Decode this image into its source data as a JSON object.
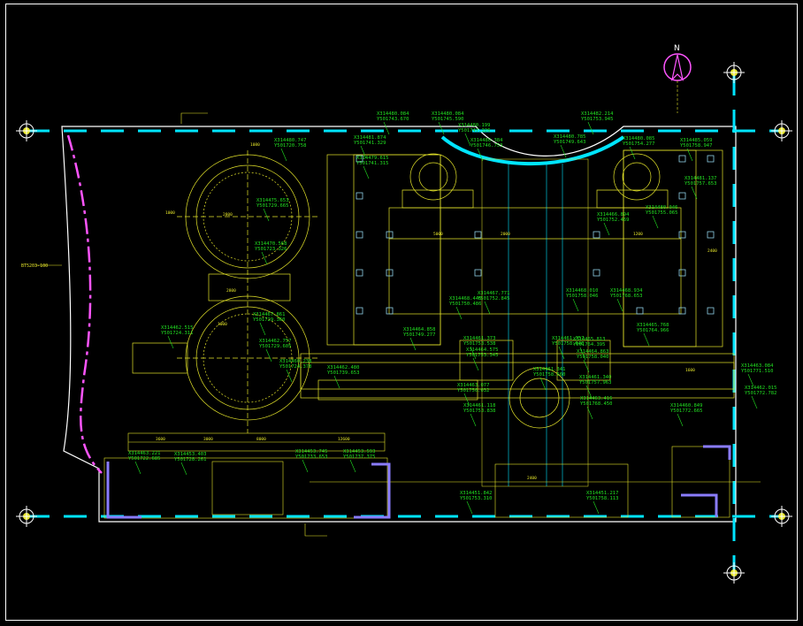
{
  "north_label": "N",
  "colors": {
    "background": "#000000",
    "outline": "#ffffff",
    "axis": "#00e5ff",
    "boundary": "#ff55ff",
    "structure": "#e5e52a",
    "coordinates": "#21e021",
    "fixtures": "#8a7cff"
  },
  "side_label": "BT5203-100",
  "coordinates": [
    {
      "x": "X314480.747",
      "y": "Y501720.758"
    },
    {
      "x": "X314475.653",
      "y": "Y501729.665"
    },
    {
      "x": "X314470.568",
      "y": "Y501723.326"
    },
    {
      "x": "X314467.861",
      "y": "Y501729.360"
    },
    {
      "x": "X314462.515",
      "y": "Y501724.311"
    },
    {
      "x": "X314462.757",
      "y": "Y501729.605"
    },
    {
      "x": "X314460.238",
      "y": "Y501724.378"
    },
    {
      "x": "X314463.221",
      "y": "Y501722.685"
    },
    {
      "x": "X314453.403",
      "y": "Y501728.261"
    },
    {
      "x": "X314453.745",
      "y": "Y501733.653"
    },
    {
      "x": "X314453.593",
      "y": "Y501737.375"
    },
    {
      "x": "X314480.084",
      "y": "Y501743.670"
    },
    {
      "x": "X314480.084",
      "y": "Y501745.590"
    },
    {
      "x": "X314481.874",
      "y": "Y501741.329"
    },
    {
      "x": "X314480.199",
      "y": "Y501747.326"
    },
    {
      "x": "X314480.384",
      "y": "Y501746.753"
    },
    {
      "x": "X314479.615",
      "y": "Y501741.315"
    },
    {
      "x": "X314482.214",
      "y": "Y501753.945"
    },
    {
      "x": "X314480.785",
      "y": "Y501749.643"
    },
    {
      "x": "X314480.085",
      "y": "Y501754.277"
    },
    {
      "x": "X314485.059",
      "y": "Y501758.947"
    },
    {
      "x": "X314481.137",
      "y": "Y501757.653"
    },
    {
      "x": "X314480.046",
      "y": "Y501755.065"
    },
    {
      "x": "X314466.894",
      "y": "Y501752.469"
    },
    {
      "x": "X314467.771",
      "y": "Y501752.845"
    },
    {
      "x": "X314468.445",
      "y": "Y501750.486"
    },
    {
      "x": "X314468.010",
      "y": "Y501758.046"
    },
    {
      "x": "X314468.934",
      "y": "Y501768.653"
    },
    {
      "x": "X314464.858",
      "y": "Y501749.277"
    },
    {
      "x": "X314461.373",
      "y": "Y501753.538"
    },
    {
      "x": "X314464.575",
      "y": "Y501753.345"
    },
    {
      "x": "X314461.757",
      "y": "Y501758.040"
    },
    {
      "x": "X314465.813",
      "y": "Y501764.395"
    },
    {
      "x": "X314464.863",
      "y": "Y501758.040"
    },
    {
      "x": "X314465.768",
      "y": "Y501764.966"
    },
    {
      "x": "X314462.480",
      "y": "Y501739.653"
    },
    {
      "x": "X314463.077",
      "y": "Y501750.032"
    },
    {
      "x": "X314461.118",
      "y": "Y501753.838"
    },
    {
      "x": "X314461.341",
      "y": "Y501758.560"
    },
    {
      "x": "X314461.340",
      "y": "Y501757.963"
    },
    {
      "x": "X314463.416",
      "y": "Y501768.450"
    },
    {
      "x": "X314463.084",
      "y": "Y501771.510"
    },
    {
      "x": "X314462.015",
      "y": "Y501772.782"
    },
    {
      "x": "X314460.849",
      "y": "Y501772.665"
    },
    {
      "x": "X314451.842",
      "y": "Y501753.310"
    },
    {
      "x": "X314451.217",
      "y": "Y501758.113"
    }
  ],
  "dimensions": [
    "1080",
    "1000",
    "2800",
    "2800",
    "1000",
    "5000",
    "2400",
    "2000",
    "1200",
    "3600",
    "3000",
    "8000",
    "12600",
    "2400",
    "1600"
  ]
}
